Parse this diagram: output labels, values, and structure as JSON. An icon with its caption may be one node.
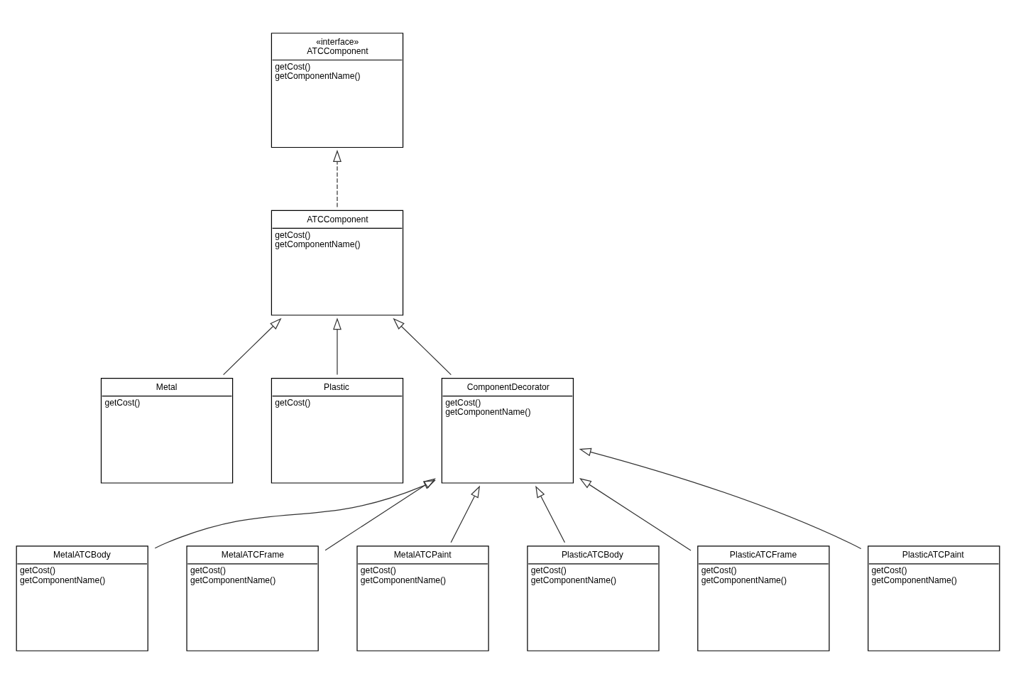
{
  "diagram": {
    "nodes": [
      {
        "text": [
          "«interface»",
          "ATCComponent",
          "getCost()",
          "getComponentName()"
        ]
      },
      {
        "text": [
          "ATCComponent",
          "getCost()",
          "getComponentName()"
        ]
      },
      {
        "text": [
          "Metal",
          "getCost()"
        ]
      },
      {
        "text": [
          "Plastic",
          "getCost()"
        ]
      },
      {
        "text": [
          "ComponentDecorator",
          "getCost()",
          "getComponentName()"
        ]
      },
      {
        "text": [
          "MetalATCBody",
          "getCost()",
          "getComponentName()"
        ]
      },
      {
        "text": [
          "MetalATCFrame",
          "getCost()",
          "getComponentName()"
        ]
      },
      {
        "text": [
          "MetalATCPaint",
          "getCost()",
          "getComponentName()"
        ]
      },
      {
        "text": [
          "PlasticATCBody",
          "getCost()",
          "getComponentName()"
        ]
      },
      {
        "text": [
          "PlasticATCFrame",
          "getCost()",
          "getComponentName()"
        ]
      },
      {
        "text": [
          "PlasticATCPaint",
          "getCost()",
          "getComponentName()"
        ]
      }
    ],
    "edges": [
      {
        "from": 1,
        "to": 0,
        "arrow": "to",
        "style": "dashed"
      },
      {
        "from": 2,
        "to": 1,
        "arrow": "to"
      },
      {
        "from": 3,
        "to": 1,
        "arrow": "to"
      },
      {
        "from": 4,
        "to": 1,
        "arrow": "to"
      },
      {
        "from": 5,
        "to": 4,
        "arrow": "to"
      },
      {
        "from": 6,
        "to": 4,
        "arrow": "to"
      },
      {
        "from": 7,
        "to": 4,
        "arrow": "to"
      },
      {
        "from": 8,
        "to": 4,
        "arrow": "to"
      },
      {
        "from": 9,
        "to": 4,
        "arrow": "to"
      },
      {
        "from": 10,
        "to": 4,
        "arrow": "to"
      }
    ]
  }
}
